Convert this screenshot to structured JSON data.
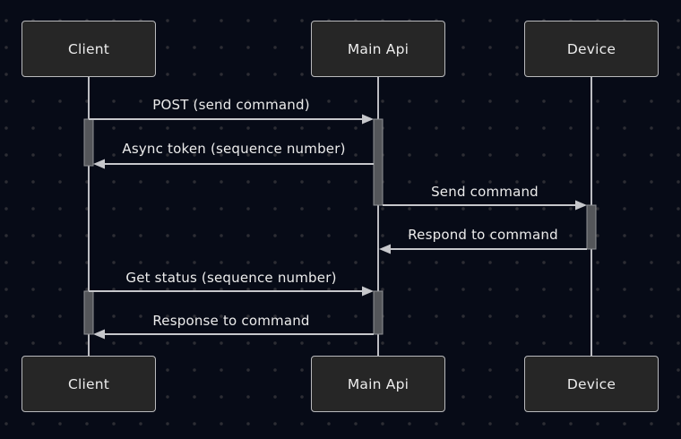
{
  "diagram": {
    "type": "uml-sequence-diagram",
    "theme": "dark",
    "actors": [
      {
        "name": "Client"
      },
      {
        "name": "Main Api"
      },
      {
        "name": "Device"
      }
    ],
    "messages": [
      {
        "from": "Client",
        "to": "Main Api",
        "label": "POST (send command)",
        "style": "solid-arrow"
      },
      {
        "from": "Main Api",
        "to": "Client",
        "label": "Async token (sequence number)",
        "style": "solid-arrow"
      },
      {
        "from": "Main Api",
        "to": "Device",
        "label": "Send command",
        "style": "solid-arrow"
      },
      {
        "from": "Device",
        "to": "Main Api",
        "label": "Respond to command",
        "style": "solid-arrow"
      },
      {
        "from": "Client",
        "to": "Main Api",
        "label": "Get status (sequence number)",
        "style": "solid-arrow"
      },
      {
        "from": "Main Api",
        "to": "Client",
        "label": "Response to command",
        "style": "solid-arrow"
      }
    ],
    "colors": {
      "background": "#070b17",
      "grid_dot": "#2d2d34",
      "actor_box_fill": "#262626",
      "actor_box_border": "#b9babd",
      "text": "#ececec",
      "message_line": "#c6c7cb",
      "lifeline": "#bcbdc2",
      "activation_fill": "#54565a",
      "activation_border": "#8f9195"
    }
  }
}
